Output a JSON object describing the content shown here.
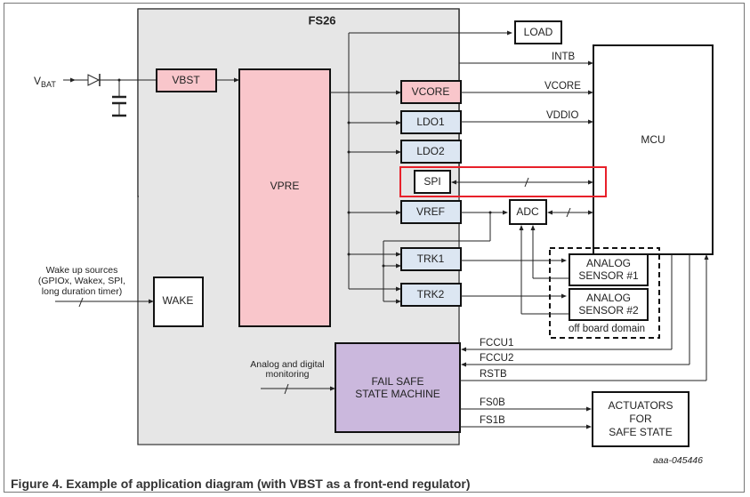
{
  "figure": {
    "caption": "Figure 4.  Example of application diagram (with VBST as a front-end regulator)",
    "figure_id": "aaa-045446"
  },
  "chip": {
    "title": "FS26",
    "blocks": {
      "vbst": "VBST",
      "vpre": "VPRE",
      "vcore": "VCORE",
      "ldo1": "LDO1",
      "ldo2": "LDO2",
      "spi": "SPI",
      "vref": "VREF",
      "trk1": "TRK1",
      "trk2": "TRK2",
      "wake": "WAKE",
      "fail_safe_line1": "FAIL SAFE",
      "fail_safe_line2": "STATE MACHINE"
    }
  },
  "external": {
    "vbat_main": "V",
    "vbat_sub": "BAT",
    "load": "LOAD",
    "mcu": "MCU",
    "adc": "ADC",
    "sensor1_line1": "ANALOG",
    "sensor1_line2": "SENSOR #1",
    "sensor2_line1": "ANALOG",
    "sensor2_line2": "SENSOR #2",
    "off_board": "off board domain",
    "actuators_line1": "ACTUATORS",
    "actuators_line2": "FOR",
    "actuators_line3": "SAFE STATE"
  },
  "signals": {
    "intb": "INTB",
    "vcore": "VCORE",
    "vddio": "VDDIO",
    "fccu1": "FCCU1",
    "fccu2": "FCCU2",
    "rstb": "RSTB",
    "fs0b": "FS0B",
    "fs1b": "FS1B"
  },
  "notes": {
    "wake_line1": "Wake up sources",
    "wake_line2": "(GPIOx, Wakex, SPI,",
    "wake_line3": "long duration timer)",
    "monitor_line1": "Analog and digital",
    "monitor_line2": "monitoring"
  },
  "colors": {
    "chip_bg": "#e6e6e6",
    "pink": "#f9c6cb",
    "blue": "#dce6f2",
    "purple": "#cbb8dd",
    "highlight": "#e8202a"
  }
}
